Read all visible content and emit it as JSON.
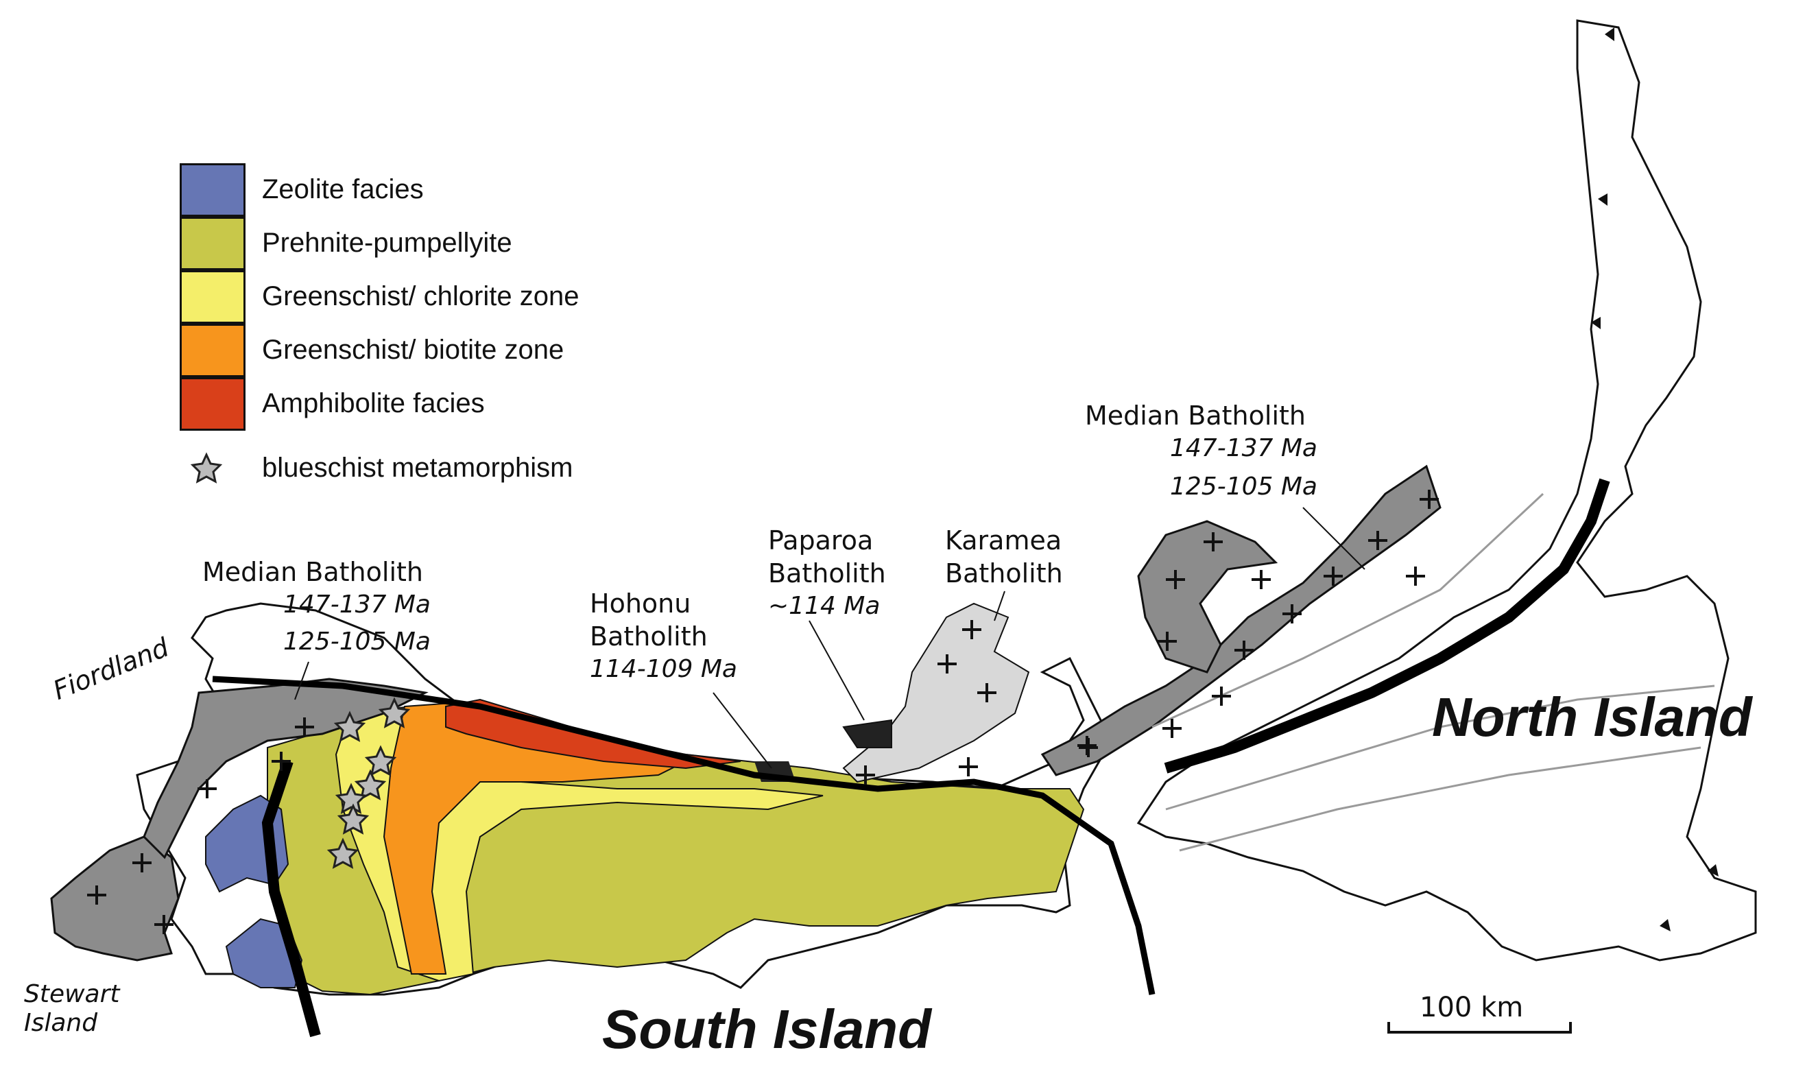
{
  "legend": {
    "items": [
      {
        "label": "Zeolite facies",
        "color": "#6676b4"
      },
      {
        "label": "Prehnite-pumpellyite",
        "color": "#c8c84a"
      },
      {
        "label": "Greenschist/ chlorite zone",
        "color": "#f4ee6a"
      },
      {
        "label": "Greenschist/ biotite zone",
        "color": "#f7951d"
      },
      {
        "label": "Amphibolite facies",
        "color": "#d9401a"
      }
    ],
    "star_label": "blueschist metamorphism",
    "star_color": "#bbbbbb"
  },
  "labels": {
    "median_west": {
      "name": "Median Batholith",
      "age1": "147-137 Ma",
      "age2": "125-105 Ma"
    },
    "hohonu": {
      "name1": "Hohonu",
      "name2": "Batholith",
      "age": "114-109 Ma"
    },
    "paparoa": {
      "name1": "Paparoa",
      "name2": "Batholith",
      "age": "~114 Ma"
    },
    "karamea": {
      "name1": "Karamea",
      "name2": "Batholith"
    },
    "median_east": {
      "name": "Median Batholith",
      "age1": "147-137 Ma",
      "age2": "125-105 Ma"
    }
  },
  "places": {
    "fiordland": "Fiordland",
    "stewart1": "Stewart",
    "stewart2": "Island",
    "north_island": "North Island",
    "south_island": "South Island"
  },
  "scale_bar": "100 km",
  "colors": {
    "batholith": "#8c8c8c",
    "karamea": "#d8d8d8",
    "fault": "#000000"
  }
}
